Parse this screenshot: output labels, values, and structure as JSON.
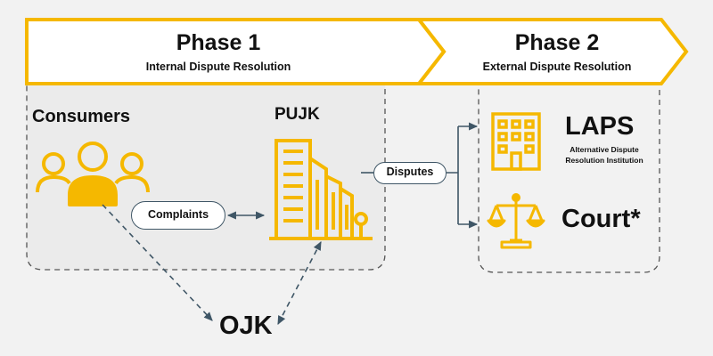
{
  "phase1": {
    "title": "Phase 1",
    "subtitle": "Internal Dispute Resolution"
  },
  "phase2": {
    "title": "Phase 2",
    "subtitle": "External Dispute Resolution"
  },
  "nodes": {
    "consumers": "Consumers",
    "pujk": "PUJK",
    "laps": "LAPS",
    "laps_desc_line1": "Alternative Dispute",
    "laps_desc_line2": "Resolution Institution",
    "court": "Court*",
    "ojk": "OJK"
  },
  "edges": {
    "complaints": "Complaints",
    "disputes": "Disputes"
  },
  "colors": {
    "accent": "#f5b800",
    "arrow": "#3f5666",
    "background": "#f2f2f2",
    "panel": "#ebebeb"
  },
  "icons": {
    "consumers": "people-group-icon",
    "pujk": "buildings-tree-icon",
    "laps": "office-building-icon",
    "court": "scales-of-justice-icon"
  }
}
